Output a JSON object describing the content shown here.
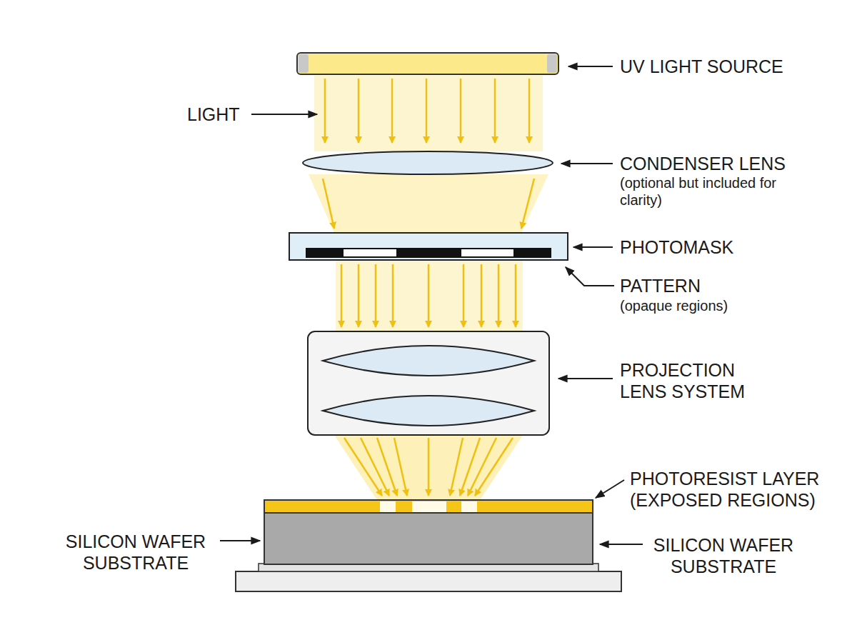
{
  "diagram": {
    "labels": [
      "UV LIGHT SOURCE",
      "LIGHT",
      "CONDENSER LENS",
      "(optional but included for clarity)",
      "PHOTOMASK",
      "PATTERN",
      "(opaque regions)",
      "PROJECTION LENS SYSTEM",
      "PHOTORESIST LAYER (EXPOSED REGIONS)",
      "SILICON WAFER SUBSTRATE",
      "SILICON WAFER SUBSTRATE"
    ]
  }
}
